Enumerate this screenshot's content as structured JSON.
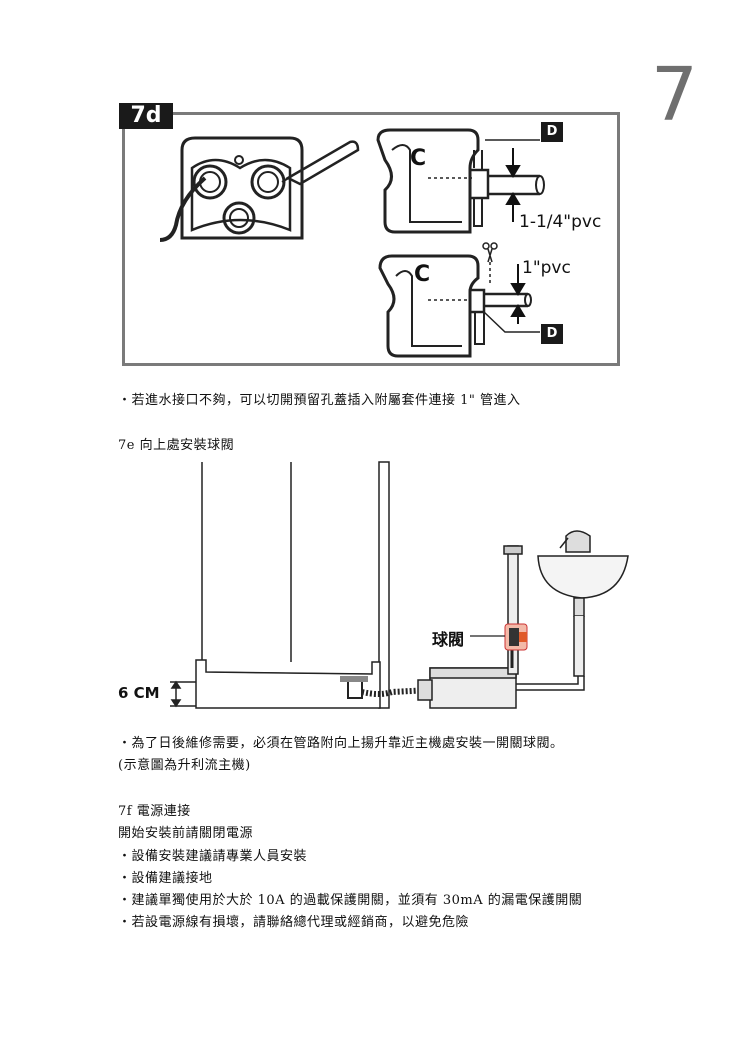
{
  "page_number": "7",
  "figure_7d": {
    "tag": "7d",
    "d_label_top": "D",
    "d_label_bottom": "D",
    "c_label_top": "C",
    "c_label_bottom": "C",
    "dim_large": "1-1/4\"pvc",
    "dim_small": "1\"pvc"
  },
  "note_7d": "・若進水接口不夠，可以切開預留孔蓋插入附屬套件連接 1\" 管進入",
  "section_7e": {
    "heading": "7e 向上處安裝球閥",
    "valve_label": "球閥",
    "height_label": "6 CM",
    "note_line1": "・為了日後維修需要，必須在管路附向上揚升靠近主機處安裝一開關球閥。",
    "note_line2": "(示意圖為升利流主機)"
  },
  "section_7f": {
    "heading": "7f 電源連接",
    "intro": "開始安裝前請關閉電源",
    "bullets": [
      "・設備安裝建議請專業人員安裝",
      "・設備建議接地",
      "・建議單獨使用於大於 10A 的過載保護開關，並須有 30mA 的漏電保護開關",
      "・若設電源線有損壞，請聯絡總代理或經銷商，以避免危險"
    ]
  }
}
